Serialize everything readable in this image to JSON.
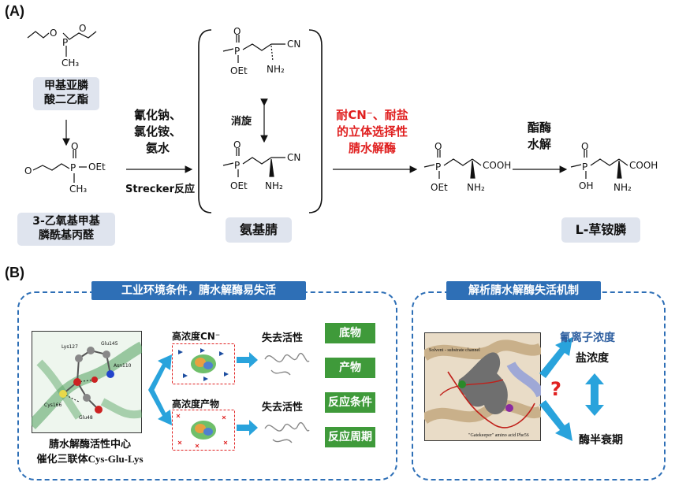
{
  "panel_a": {
    "label": "(A)",
    "start_name": [
      "甲基亚膦",
      "酸二乙酯"
    ],
    "aldehyde_name": [
      "3-乙氧基甲基",
      "膦酰基丙醛"
    ],
    "strecker_reagents": [
      "氰化钠、",
      "氯化铵、",
      "氨水"
    ],
    "strecker_label": "Strecker反应",
    "racemization": "消旋",
    "aminonitrile_name": "氨基腈",
    "enzyme_lines": [
      "耐CN⁻、耐盐",
      "的立体选择性",
      "腈水解酶"
    ],
    "ester_hydrolysis": [
      "酯酶",
      "水解"
    ],
    "product_name": "L-草铵膦",
    "chem": {
      "P": "P",
      "O": "O",
      "CH3": "CH₃",
      "OEt": "OEt",
      "CN": "CN",
      "NH2": "NH₂",
      "COOH": "COOH",
      "OH": "OH"
    }
  },
  "panel_b": {
    "label": "(B)",
    "left_header": "工业环境条件，腈水解酶易失活",
    "right_header": "解析腈水解酶失活机制",
    "active_center": [
      "腈水解酶活性中心",
      "催化三联体Cys-Glu-Lys"
    ],
    "residues": [
      "Lys127",
      "Glu145",
      "Asn110",
      "Cys166",
      "Glu48"
    ],
    "high_cn": "高浓度CN⁻",
    "high_product": "高浓度产物",
    "inactivation": "失去活性",
    "factors": [
      "底物",
      "产物",
      "反应条件",
      "反应周期"
    ],
    "channel_labels": [
      "Solvent - substrate channel",
      "\"Gatekeeper\" amino acid Phe56"
    ],
    "cyanide_conc": "氰离子浓度",
    "salt_conc": "盐浓度",
    "half_life": "酶半衰期",
    "question": "?"
  },
  "colors": {
    "header_blue": "#2e6fb6",
    "factor_green": "#3f9a3a",
    "enzyme_red": "#e02020",
    "arrow_cyan": "#29a3dc"
  }
}
